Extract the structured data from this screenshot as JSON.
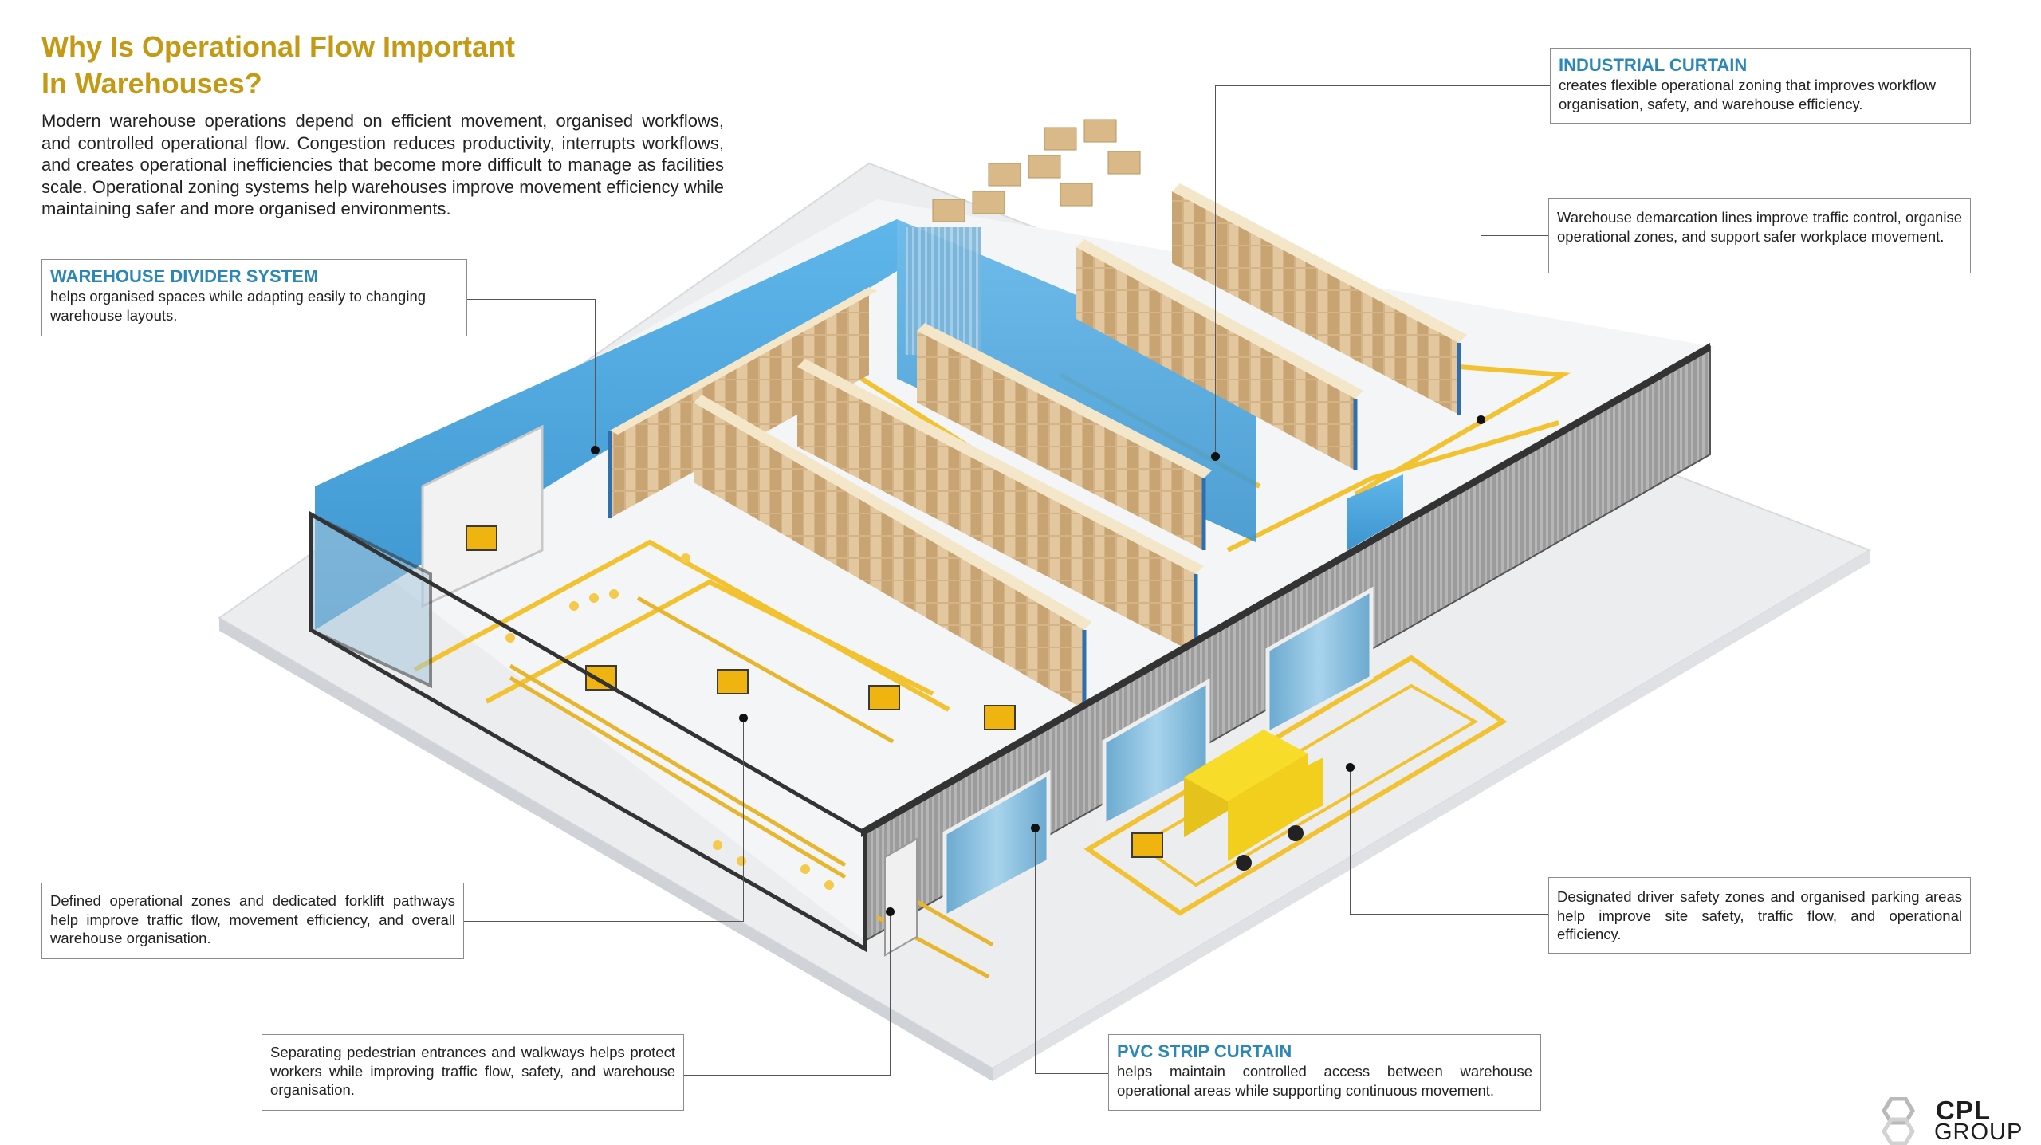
{
  "title_lines": [
    "Why Is Operational Flow Important",
    "In Warehouses?"
  ],
  "intro": "Modern warehouse operations depend on efficient movement, organised workflows, and controlled operational flow. Congestion reduces productivity, interrupts workflows, and creates operational inefficiencies that become more difficult to manage as facilities scale. Operational zoning systems help warehouses improve movement efficiency while maintaining safer and more organised environments.",
  "callouts": {
    "divider": {
      "heading": "WAREHOUSE DIVIDER SYSTEM",
      "body": "helps organised spaces while adapting easily to changing warehouse layouts."
    },
    "curtain": {
      "heading": "INDUSTRIAL CURTAIN",
      "body": "creates flexible operational zoning that improves workflow organisation, safety, and warehouse efficiency."
    },
    "demarcation": {
      "body": "Warehouse demarcation lines improve traffic control, organise operational zones, and support safer workplace movement."
    },
    "zones": {
      "body": "Defined operational zones and dedicated forklift pathways help improve traffic flow, movement efficiency, and overall warehouse organisation."
    },
    "driver": {
      "body": "Designated driver safety zones and organised parking areas help improve site safety, traffic flow, and operational efficiency."
    },
    "pedestrian": {
      "body": "Separating pedestrian entrances and walkways helps protect workers while improving traffic flow, safety, and warehouse organisation."
    },
    "pvc": {
      "heading": "PVC STRIP CURTAIN",
      "body": "helps maintain controlled access between warehouse operational areas while supporting continuous movement."
    }
  },
  "logo": {
    "top": "CPL",
    "bottom": "GROUP"
  },
  "colors": {
    "heading": "#c49a14",
    "callout_heading": "#2a87b8",
    "divider_blue": "#4aa6de",
    "floor_line": "#f2c230",
    "rack_frame": "#2f6fb0",
    "box": "#d7b889"
  }
}
